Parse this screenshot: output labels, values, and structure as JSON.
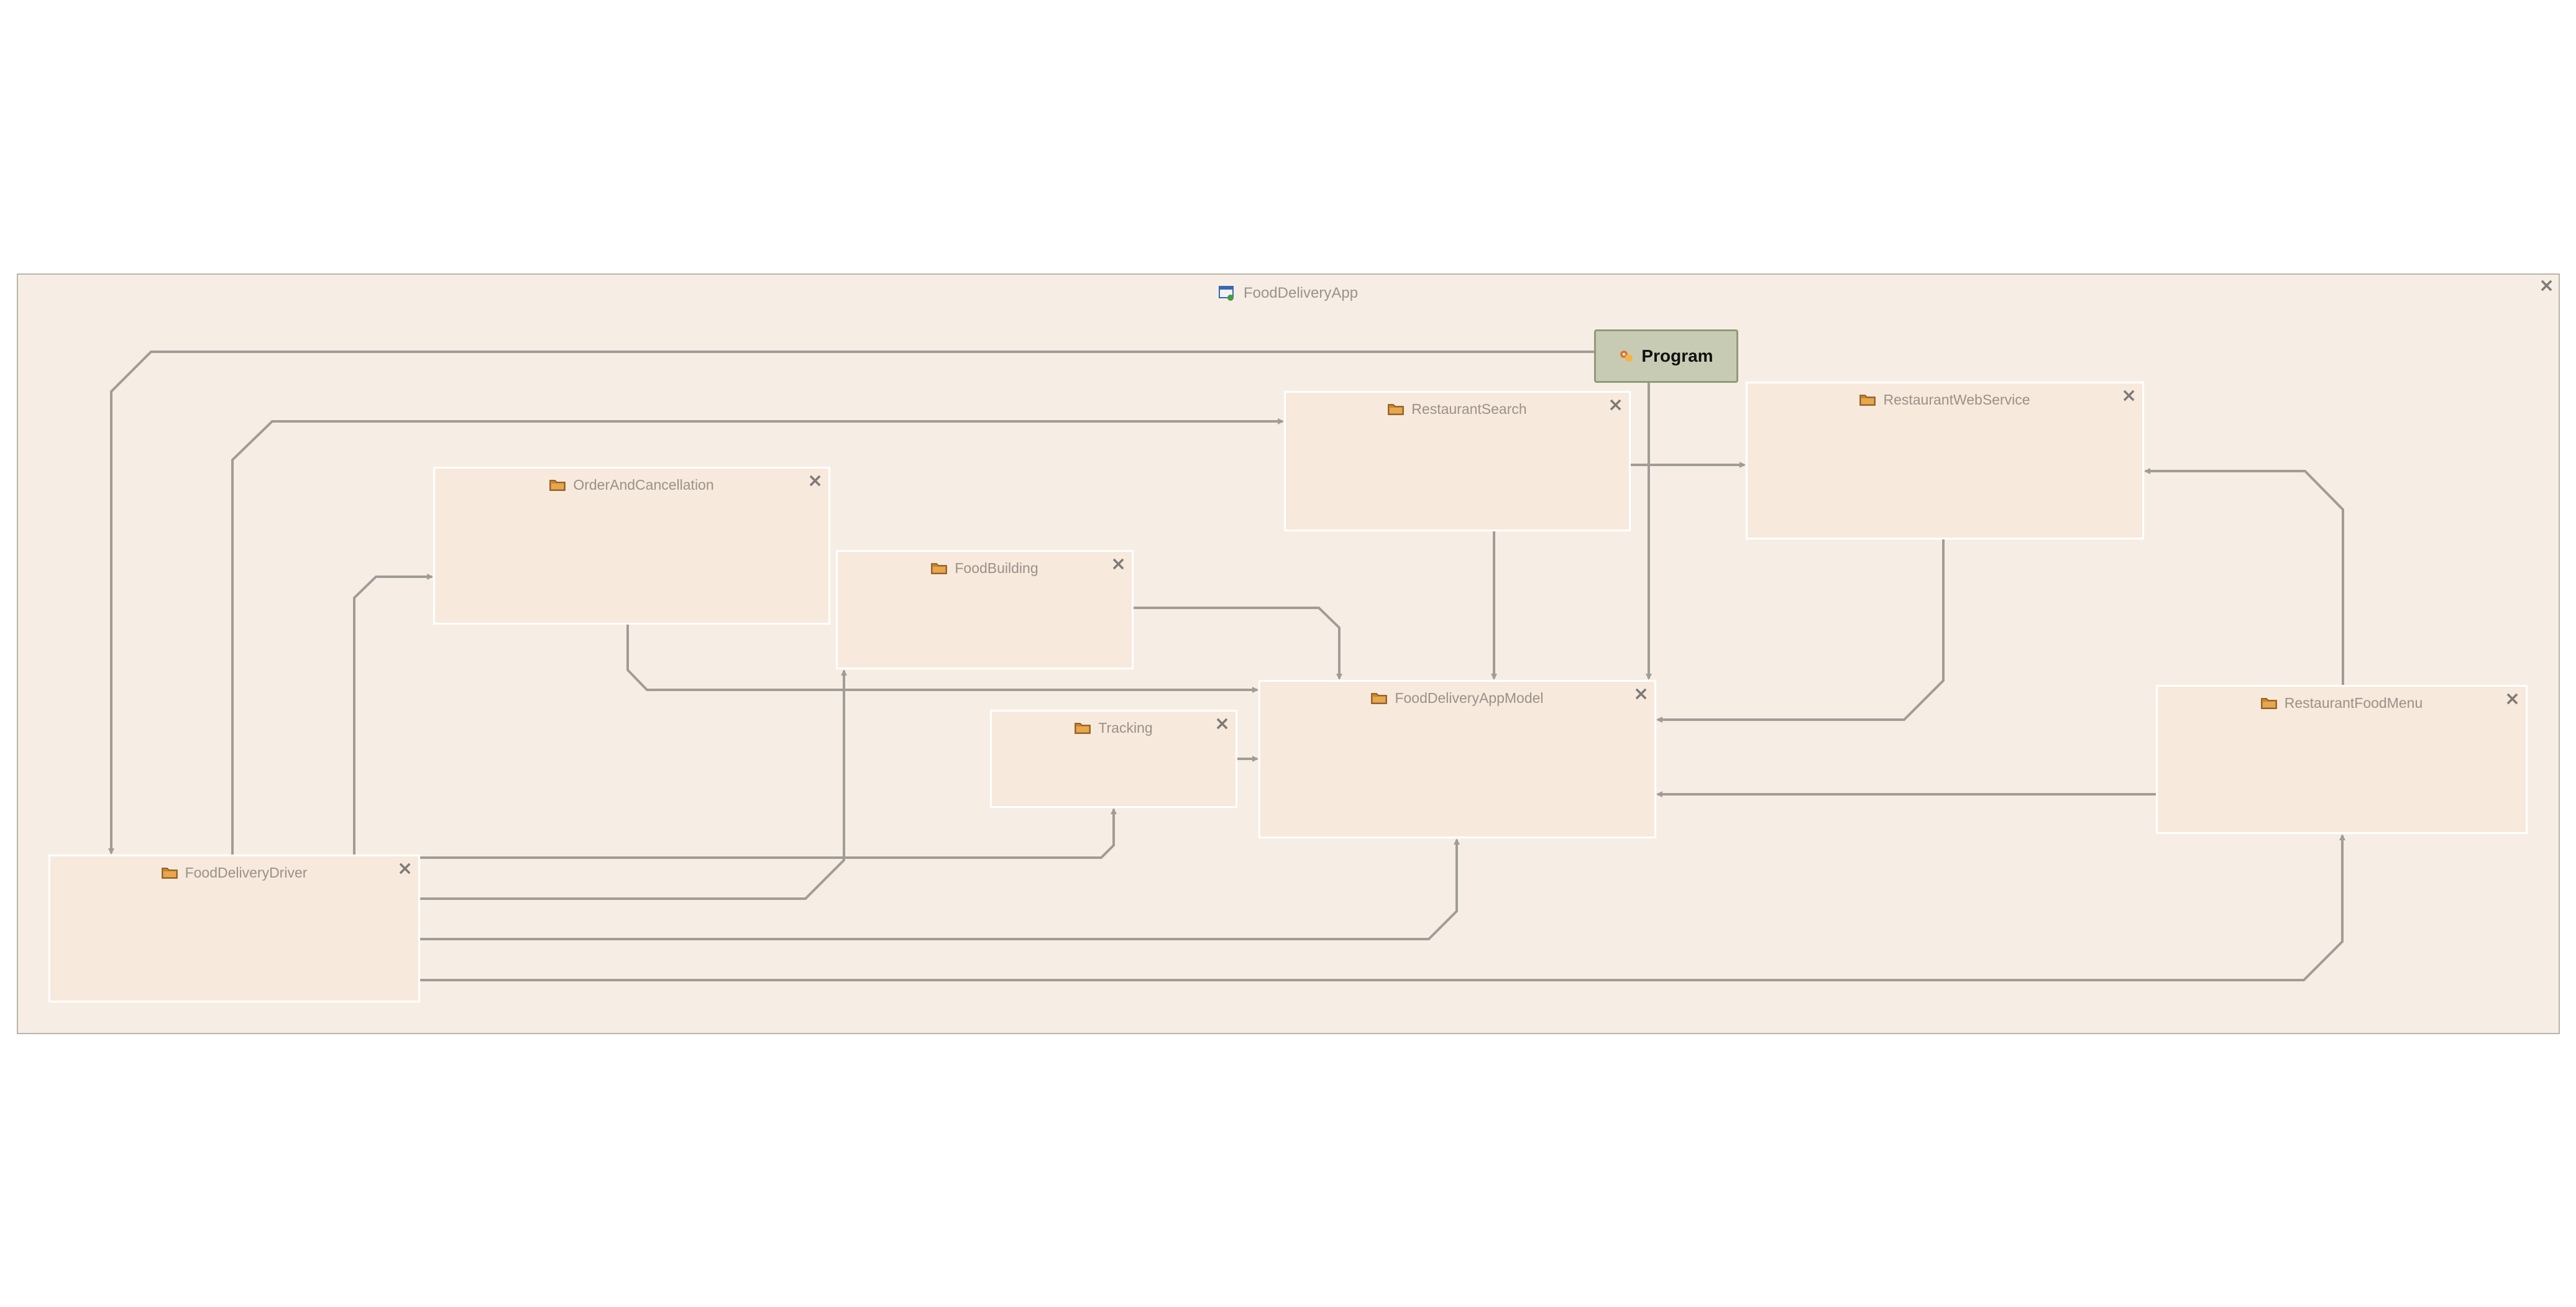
{
  "diagram": {
    "container": {
      "title": "FoodDeliveryApp",
      "icon": "project-icon"
    },
    "program": {
      "label": "Program",
      "icon": "program-icon"
    },
    "nodes": [
      {
        "id": "restaurant-search",
        "label": "RestaurantSearch",
        "icon": "folder-icon"
      },
      {
        "id": "restaurant-web-service",
        "label": "RestaurantWebService",
        "icon": "folder-icon"
      },
      {
        "id": "order-and-cancellation",
        "label": "OrderAndCancellation",
        "icon": "folder-icon"
      },
      {
        "id": "food-building",
        "label": "FoodBuilding",
        "icon": "folder-icon"
      },
      {
        "id": "tracking",
        "label": "Tracking",
        "icon": "folder-icon"
      },
      {
        "id": "food-delivery-app-model",
        "label": "FoodDeliveryAppModel",
        "icon": "folder-icon"
      },
      {
        "id": "restaurant-food-menu",
        "label": "RestaurantFoodMenu",
        "icon": "folder-icon"
      },
      {
        "id": "food-delivery-driver",
        "label": "FoodDeliveryDriver",
        "icon": "folder-icon"
      }
    ],
    "edges": [
      {
        "from": "program",
        "to": "food-delivery-driver"
      },
      {
        "from": "program",
        "to": "food-delivery-app-model"
      },
      {
        "from": "food-delivery-driver",
        "to": "restaurant-search"
      },
      {
        "from": "food-delivery-driver",
        "to": "order-and-cancellation"
      },
      {
        "from": "food-delivery-driver",
        "to": "food-building"
      },
      {
        "from": "food-delivery-driver",
        "to": "tracking"
      },
      {
        "from": "food-delivery-driver",
        "to": "food-delivery-app-model"
      },
      {
        "from": "food-delivery-driver",
        "to": "restaurant-food-menu"
      },
      {
        "from": "restaurant-search",
        "to": "restaurant-web-service"
      },
      {
        "from": "restaurant-search",
        "to": "food-delivery-app-model"
      },
      {
        "from": "restaurant-web-service",
        "to": "food-delivery-app-model"
      },
      {
        "from": "restaurant-food-menu",
        "to": "restaurant-web-service"
      },
      {
        "from": "restaurant-food-menu",
        "to": "food-delivery-app-model"
      },
      {
        "from": "order-and-cancellation",
        "to": "food-delivery-app-model"
      },
      {
        "from": "food-building",
        "to": "food-delivery-app-model"
      },
      {
        "from": "tracking",
        "to": "food-delivery-app-model"
      }
    ],
    "colors": {
      "canvas": "#f6eee4",
      "node_fill": "#f7e9dc",
      "program_fill": "#c8cbb4",
      "program_border": "#8f9b77",
      "edge": "#a19c97",
      "label": "#9a9189",
      "folder": "#c9862e"
    }
  }
}
